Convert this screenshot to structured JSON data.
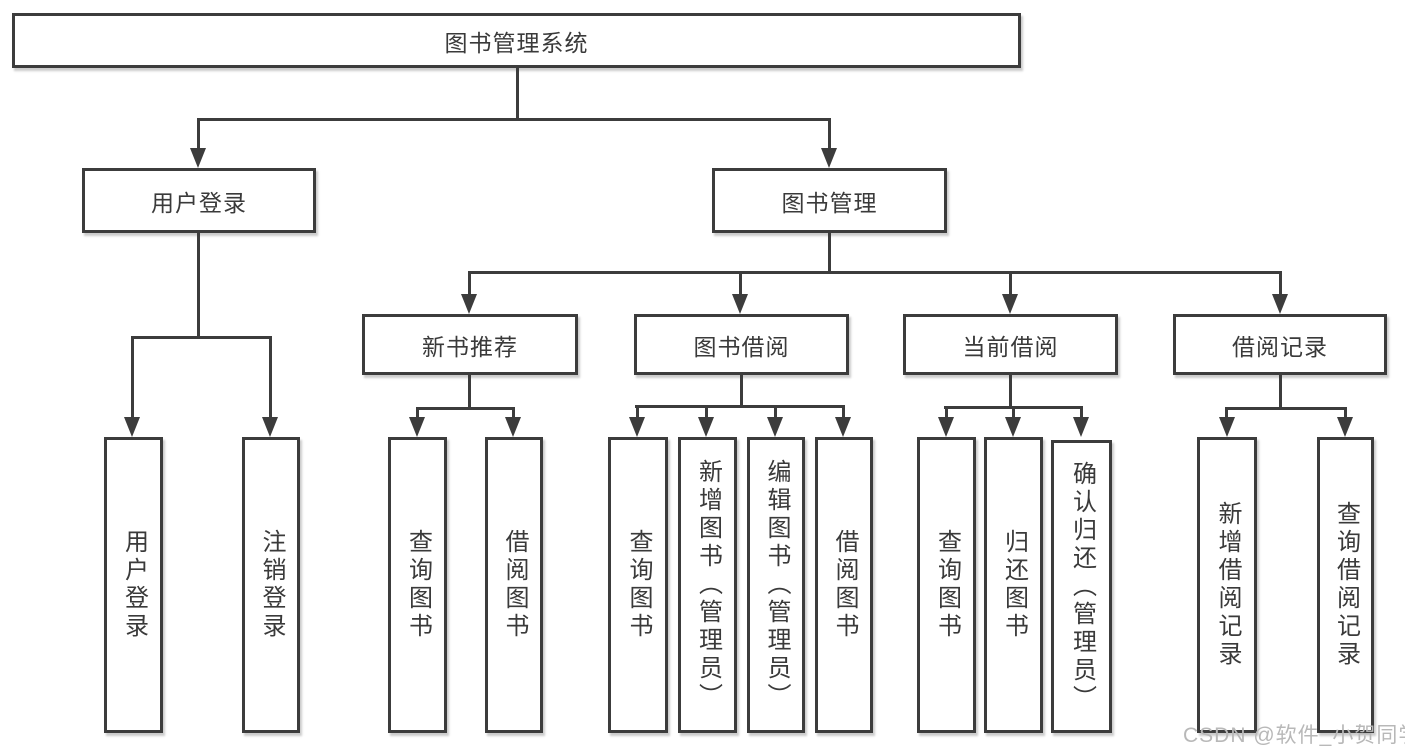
{
  "diagram": {
    "title": "图书管理系统",
    "watermark": "CSDN @软件_小贺同学",
    "colors": {
      "line": "#3c3c3c",
      "box_border": "#3c3c3c",
      "box_fill": "#ffffff",
      "text": "#3a3a3a",
      "watermark": "#b8b8b8",
      "background": "#ffffff"
    },
    "nodes": {
      "root": {
        "label": "图书管理系统"
      },
      "user_login_branch": {
        "label": "用户登录"
      },
      "book_mgmt_branch": {
        "label": "图书管理"
      },
      "new_books": {
        "label": "新书推荐"
      },
      "book_borrow": {
        "label": "图书借阅"
      },
      "current_borrow": {
        "label": "当前借阅"
      },
      "borrow_records": {
        "label": "借阅记录"
      },
      "leaves": {
        "user_login": "用户登录",
        "logout": "注销登录",
        "nb_query": "查询图书",
        "nb_borrow": "借阅图书",
        "bb_query": "查询图书",
        "bb_add": "新增图书（管理员）",
        "bb_edit": "编辑图书（管理员）",
        "bb_borrow": "借阅图书",
        "cb_query": "查询图书",
        "cb_return": "归还图书",
        "cb_confirm": "确认归还（管理员）",
        "br_add": "新增借阅记录",
        "br_query": "查询借阅记录"
      }
    }
  }
}
